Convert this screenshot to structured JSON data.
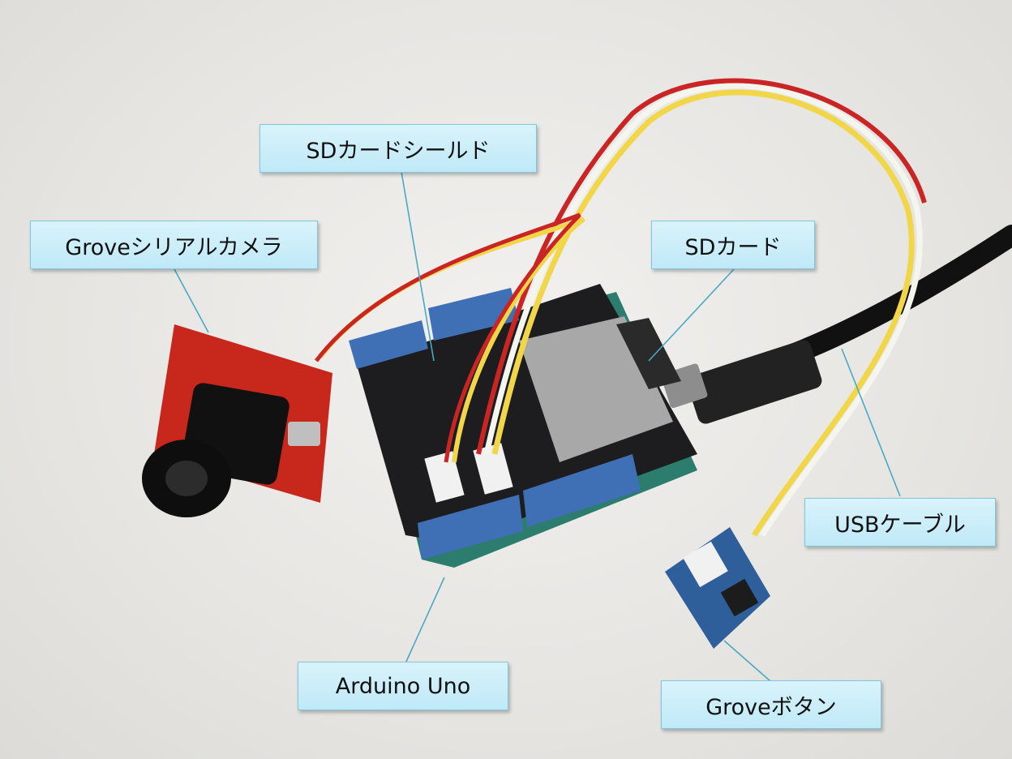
{
  "labels": {
    "sd_shield": "SDカードシールド",
    "camera": "Groveシリアルカメラ",
    "sd_card": "SDカード",
    "usb_cable": "USBケーブル",
    "arduino": "Arduino Uno",
    "button": "Groveボタン"
  },
  "colors": {
    "callout_fill": "#c9eefa",
    "callout_border": "#7fc8dc",
    "leader_line": "#4aa9c2",
    "board_black": "#1d1d1f",
    "header_blue": "#3f6fb5",
    "camera_pcb_red": "#c8281c",
    "button_pcb_blue": "#2f5f9a",
    "grove_wire_yellow": "#f2d64a",
    "grove_wire_red": "#c92525"
  }
}
